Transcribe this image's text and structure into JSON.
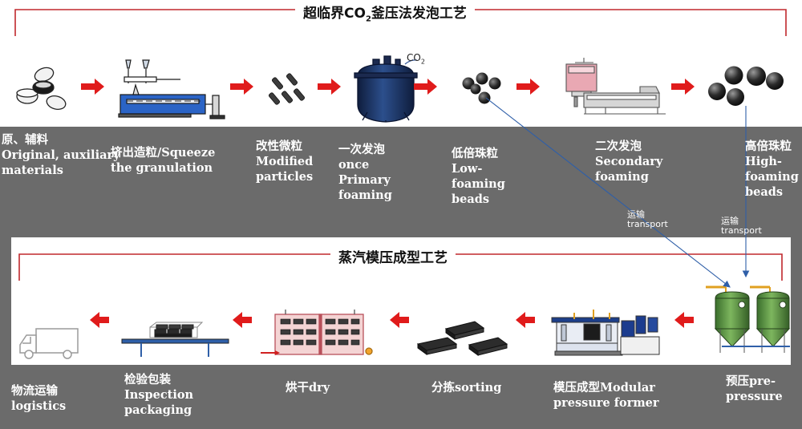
{
  "top_section": {
    "title": "超临界CO",
    "title_sub": "2",
    "title_tail": "釜压法发泡工艺",
    "co2_label": "CO",
    "co2_sub": "2",
    "steps": [
      {
        "lines": [
          "原、辅料",
          "Original, auxiliary",
          "materials"
        ]
      },
      {
        "lines": [
          "挤出造粒/Squeeze",
          "the granulation"
        ]
      },
      {
        "lines": [
          "改性微粒",
          "Modified",
          "particles"
        ]
      },
      {
        "lines": [
          "一次发泡",
          "once",
          "Primary",
          "foaming"
        ]
      },
      {
        "lines": [
          "低倍珠粒",
          "Low-",
          "foaming",
          "beads"
        ]
      },
      {
        "lines": [
          "二次发泡",
          "Secondary",
          "foaming"
        ]
      },
      {
        "lines": [
          "高倍珠粒",
          "High-",
          "foaming",
          "beads"
        ]
      }
    ]
  },
  "transport_labels": [
    {
      "lines": [
        "运输",
        "transport"
      ]
    },
    {
      "lines": [
        "运输",
        "transport"
      ]
    }
  ],
  "bottom_section": {
    "title": "蒸汽模压成型工艺",
    "steps": [
      {
        "lines": [
          "物流运输",
          "logistics"
        ]
      },
      {
        "lines": [
          "检验包装",
          "Inspection",
          "packaging"
        ]
      },
      {
        "lines": [
          "烘干dry"
        ]
      },
      {
        "lines": [
          "分拣sorting"
        ]
      },
      {
        "lines": [
          "模压成型Modular",
          "pressure former"
        ]
      },
      {
        "lines": [
          "预压pre-",
          "pressure"
        ]
      }
    ]
  },
  "colors": {
    "band": "#6b6b6b",
    "arrow": "#e01b1b",
    "bracket": "#c0282d",
    "transport_line": "#2f5fa8",
    "vessel": "#14284f",
    "tank": "#4e8a3a"
  }
}
